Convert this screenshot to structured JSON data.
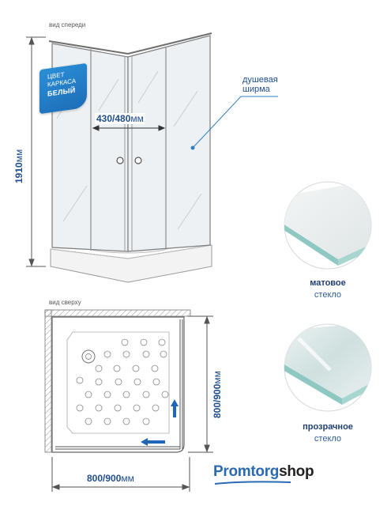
{
  "captions": {
    "front_view": "вид спереди",
    "top_view": "вид сверху"
  },
  "badge": {
    "line1": "ЦВЕТ",
    "line2": "КАРКАСА",
    "line3": "БЕЛЫЙ"
  },
  "dimensions": {
    "height_value": "1910",
    "height_unit": "мм",
    "door_value": "430/480",
    "door_unit": "мм",
    "side_value": "800/900",
    "side_unit": "мм",
    "width_value": "800/900",
    "width_unit": "мм"
  },
  "callout": {
    "line1": "душевая",
    "line2": "ширма"
  },
  "glass": {
    "matte_bold": "матовое",
    "matte": "стекло",
    "clear_bold": "прозрачное",
    "clear": "стекло"
  },
  "brand": {
    "part1": "Promtorg",
    "part2": "shop"
  },
  "colors": {
    "accent": "#1f4e8c",
    "badge": "#2b8fd6",
    "brand_blue": "#2a6ab3"
  }
}
